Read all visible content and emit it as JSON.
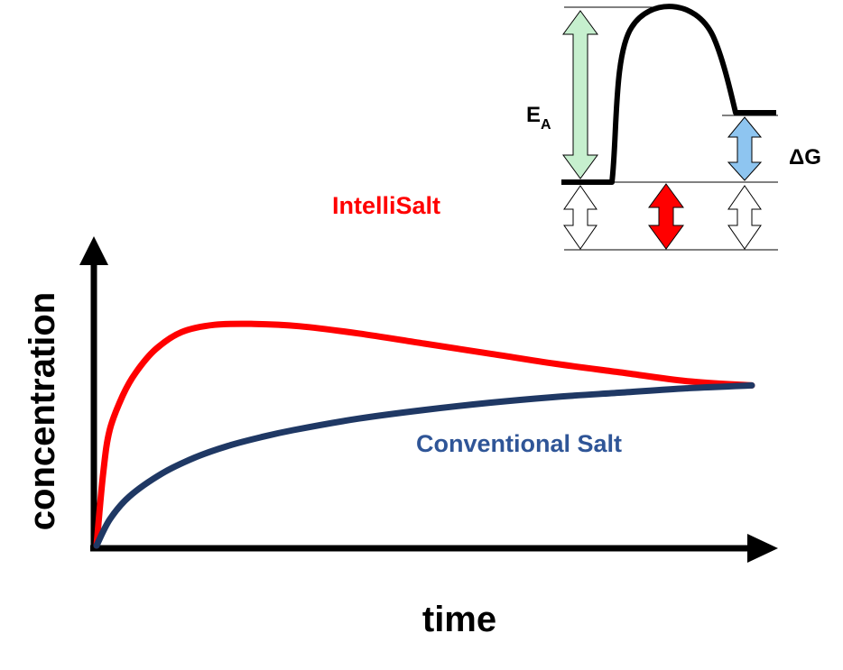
{
  "chart_data": {
    "type": "line",
    "xlabel": "time",
    "ylabel": "concentration",
    "xlim": [
      0,
      100
    ],
    "ylim": [
      0,
      100
    ],
    "grid": false,
    "series": [
      {
        "name": "IntelliSalt",
        "color": "#ff0000",
        "x": [
          0,
          1,
          2,
          4,
          6,
          9,
          13,
          18,
          24,
          31,
          40,
          50,
          60,
          70,
          80,
          90,
          100
        ],
        "y": [
          0,
          25,
          40,
          52,
          60,
          68,
          74,
          76.5,
          76.8,
          76,
          73.5,
          70,
          66.5,
          63,
          60,
          57,
          55.5
        ]
      },
      {
        "name": "Conventional Salt",
        "color": "#1f3864",
        "x": [
          0,
          2,
          5,
          10,
          15,
          20,
          25,
          30,
          40,
          50,
          60,
          70,
          80,
          90,
          100
        ],
        "y": [
          0,
          9,
          17,
          25,
          30.5,
          34.5,
          37.5,
          40,
          44,
          47,
          49.5,
          51.5,
          53,
          54.5,
          55.5
        ]
      }
    ]
  },
  "inset": {
    "ea_label_main": "E",
    "ea_label_sub": "A",
    "dg_label": "ΔG"
  },
  "colors": {
    "axes": "#000000",
    "ea_arrow": "#c6efce",
    "dg_arrow": "#8ec5f0",
    "red_arrow": "#ff0000"
  }
}
